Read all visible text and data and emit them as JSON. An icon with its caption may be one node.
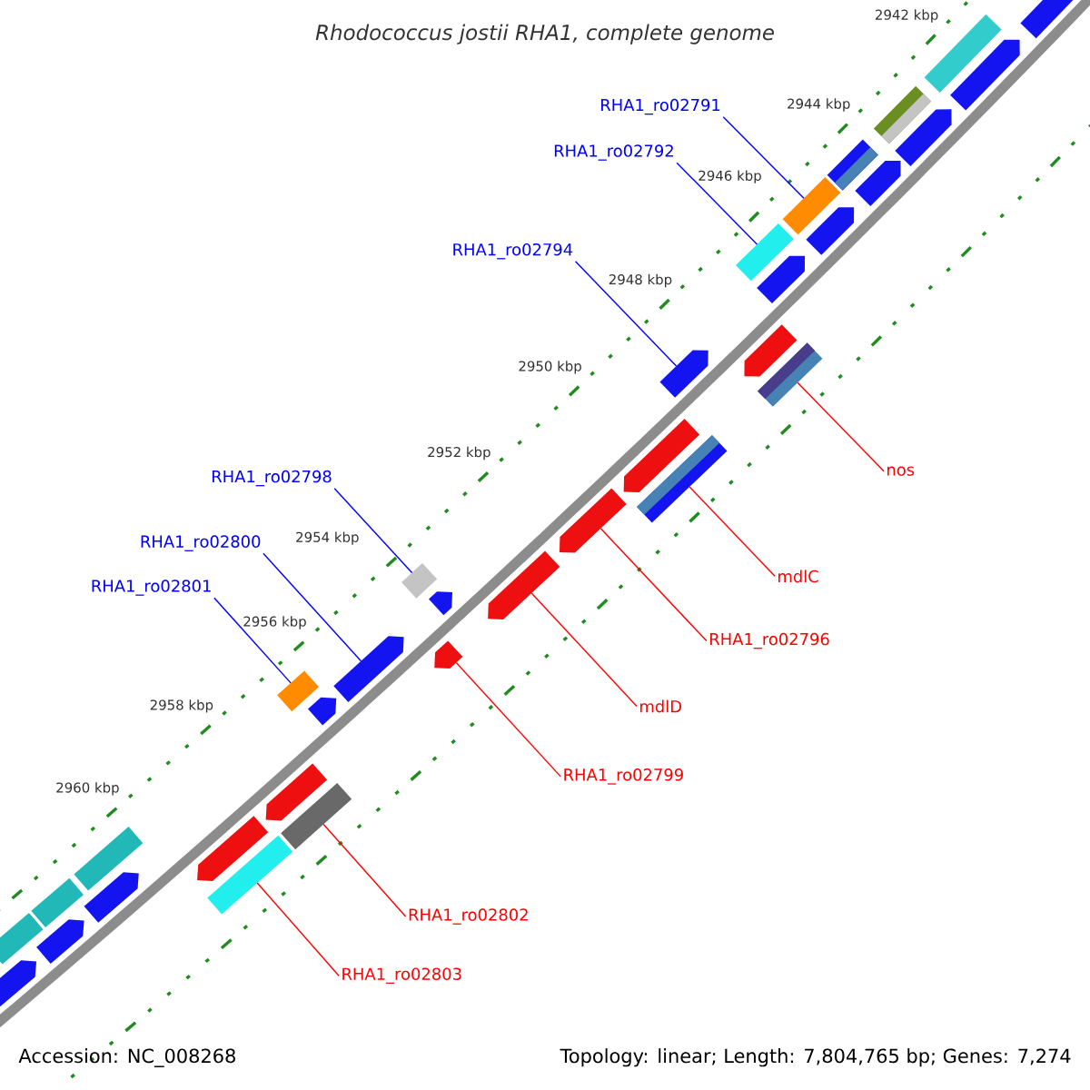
{
  "diagram": {
    "title": "Rhodococcus jostii RHA1, complete genome",
    "nodes": [
      {
        "text": [
          "RHA1_ro02791"
        ]
      },
      {
        "text": [
          "RHA1_ro02792"
        ]
      },
      {
        "text": [
          "RHA1_ro02794"
        ]
      },
      {
        "text": [
          "nos"
        ]
      },
      {
        "text": [
          "RHA1_ro02798"
        ]
      },
      {
        "text": [
          "RHA1_ro02800"
        ]
      },
      {
        "text": [
          "mdlC"
        ]
      },
      {
        "text": [
          "RHA1_ro02801"
        ]
      },
      {
        "text": [
          "RHA1_ro02796"
        ]
      },
      {
        "text": [
          "mdlD"
        ]
      },
      {
        "text": [
          "RHA1_ro02799"
        ]
      },
      {
        "text": [
          "RHA1_ro02802"
        ]
      },
      {
        "text": [
          "RHA1_ro02803"
        ]
      },
      {
        "text": [],
        "shape": "pentagon"
      },
      {
        "text": [],
        "shape": "box"
      },
      {
        "text": [],
        "shape": "pentagon"
      },
      {
        "text": [],
        "shape": "pentagon"
      },
      {
        "text": [],
        "shape": "box"
      },
      {
        "text": [],
        "shape": "pentagon"
      },
      {
        "text": [],
        "shape": "box"
      },
      {
        "text": [],
        "shape": "box"
      },
      {
        "text": [],
        "shape": "pentagon"
      },
      {
        "text": [],
        "shape": "box"
      },
      {
        "text": [],
        "shape": "pentagon"
      },
      {
        "text": [],
        "shape": "pentagon"
      },
      {
        "text": [],
        "shape": "box"
      },
      {
        "text": [],
        "shape": "pentagon"
      },
      {
        "text": [],
        "shape": "box"
      },
      {
        "text": [],
        "shape": "pentagon"
      },
      {
        "text": [],
        "shape": "pentagon"
      },
      {
        "text": [],
        "shape": "pentagon"
      },
      {
        "text": [],
        "shape": "box"
      },
      {
        "text": [],
        "shape": "pentagon"
      },
      {
        "text": [],
        "shape": "pentagon"
      },
      {
        "text": [],
        "shape": "pentagon"
      },
      {
        "text": [],
        "shape": "pentagon"
      },
      {
        "text": [],
        "shape": "box"
      },
      {
        "text": [],
        "shape": "pentagon"
      },
      {
        "text": [],
        "shape": "box"
      },
      {
        "text": [],
        "shape": "pentagon"
      },
      {
        "text": [],
        "shape": "box"
      },
      {
        "text": [],
        "shape": "box"
      },
      {
        "text": [],
        "shape": "pentagon"
      },
      {
        "text": [],
        "shape": "box"
      },
      {
        "text": [],
        "shape": "pentagon"
      },
      {
        "text": [],
        "shape": "box"
      },
      {
        "text": [],
        "shape": "pentagon"
      }
    ],
    "edges": [
      {
        "from": 0,
        "to": 20,
        "arrow": "none",
        "color": "#0000ff"
      },
      {
        "from": 1,
        "to": 22,
        "arrow": "none",
        "color": "#0000ff"
      },
      {
        "from": 2,
        "to": 26,
        "arrow": "none",
        "color": "#0000ff"
      },
      {
        "from": 3,
        "to": 25,
        "arrow": "none"
      },
      {
        "from": 4,
        "to": 31,
        "arrow": "none",
        "color": "#0000ff"
      },
      {
        "from": 5,
        "to": 34,
        "arrow": "none",
        "color": "#0000ff"
      },
      {
        "from": 6,
        "to": 27,
        "arrow": "none"
      },
      {
        "from": 7,
        "to": 36,
        "arrow": "none",
        "color": "#0000ff"
      },
      {
        "from": 8,
        "to": 29,
        "arrow": "none"
      },
      {
        "from": 9,
        "to": 30,
        "arrow": "none"
      },
      {
        "from": 10,
        "to": 33,
        "arrow": "none"
      },
      {
        "from": 11,
        "to": 38,
        "arrow": "none"
      },
      {
        "from": 12,
        "to": 40,
        "arrow": "none"
      }
    ],
    "labels": [
      "2942 kbp",
      "2944 kbp",
      "2946 kbp",
      "2948 kbp",
      "2950 kbp",
      "2952 kbp",
      "2954 kbp",
      "2956 kbp",
      "2958 kbp",
      "2960 kbp",
      "Accession: NC_008268",
      "Topology: linear; Length: 7,804,765 bp; Genes: 7,274"
    ]
  }
}
